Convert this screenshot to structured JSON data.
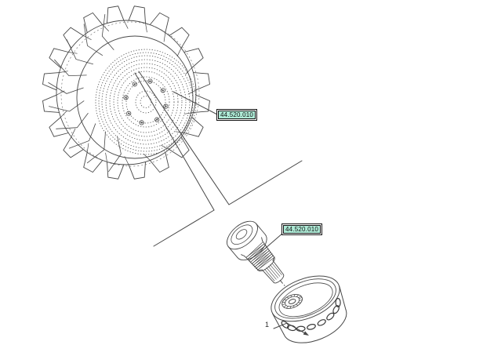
{
  "diagram": {
    "colors": {
      "background": "#ffffff",
      "line": "#474747",
      "highlight": "#aeead6",
      "label_border": "#141414",
      "label_text": "#101010"
    },
    "section_links": [
      {
        "text": "44.520.010"
      },
      {
        "text": "44.520.010"
      }
    ],
    "item_callouts": [
      {
        "number": "1"
      }
    ]
  }
}
